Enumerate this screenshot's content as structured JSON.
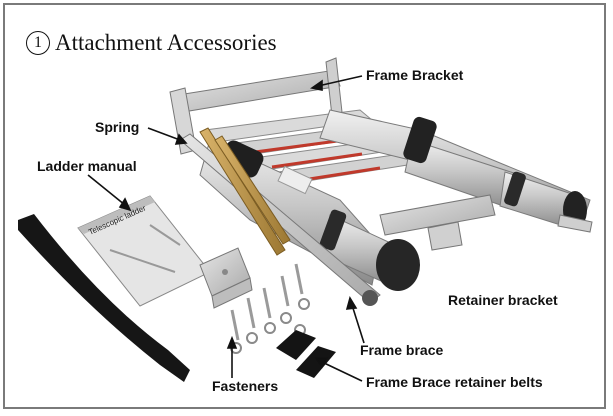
{
  "title": {
    "number": "1",
    "text": "Attachment Accessories"
  },
  "labels": {
    "frame_bracket": "Frame Bracket",
    "spring": "Spring",
    "ladder_manual": "Ladder manual",
    "retainer_bracket": "Retainer bracket",
    "frame_brace": "Frame brace",
    "fasteners": "Fasteners",
    "frame_brace_retainer_belts": "Frame Brace retainer belts"
  },
  "manual_cover_text": "Telescopic ladder"
}
